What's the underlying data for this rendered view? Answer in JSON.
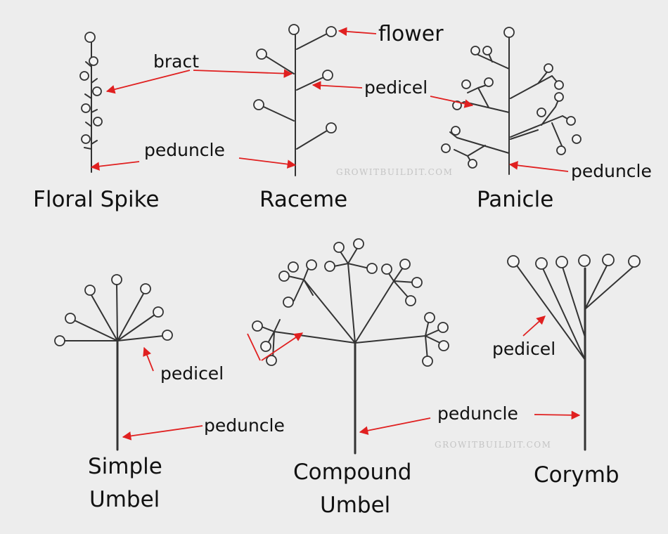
{
  "watermark": "GROWITBUILDIT.COM",
  "colors": {
    "arrow": "#e02020",
    "drawing": "#333333",
    "background": "#ededed"
  },
  "types": {
    "floral_spike": {
      "title": "Floral Spike",
      "labels": {
        "bract": "bract",
        "peduncle": "peduncle"
      }
    },
    "raceme": {
      "title": "Raceme",
      "labels": {
        "flower": "flower",
        "pedicel": "pedicel"
      }
    },
    "panicle": {
      "title": "Panicle",
      "labels": {
        "peduncle": "peduncle"
      }
    },
    "simple_umbel": {
      "title_line1": "Simple",
      "title_line2": "Umbel",
      "labels": {
        "pedicel": "pedicel",
        "peduncle": "peduncle"
      }
    },
    "compound_umbel": {
      "title_line1": "Compound",
      "title_line2": "Umbel",
      "labels": {
        "peduncle": "peduncle"
      }
    },
    "corymb": {
      "title": "Corymb",
      "labels": {
        "pedicel": "pedicel"
      }
    }
  }
}
